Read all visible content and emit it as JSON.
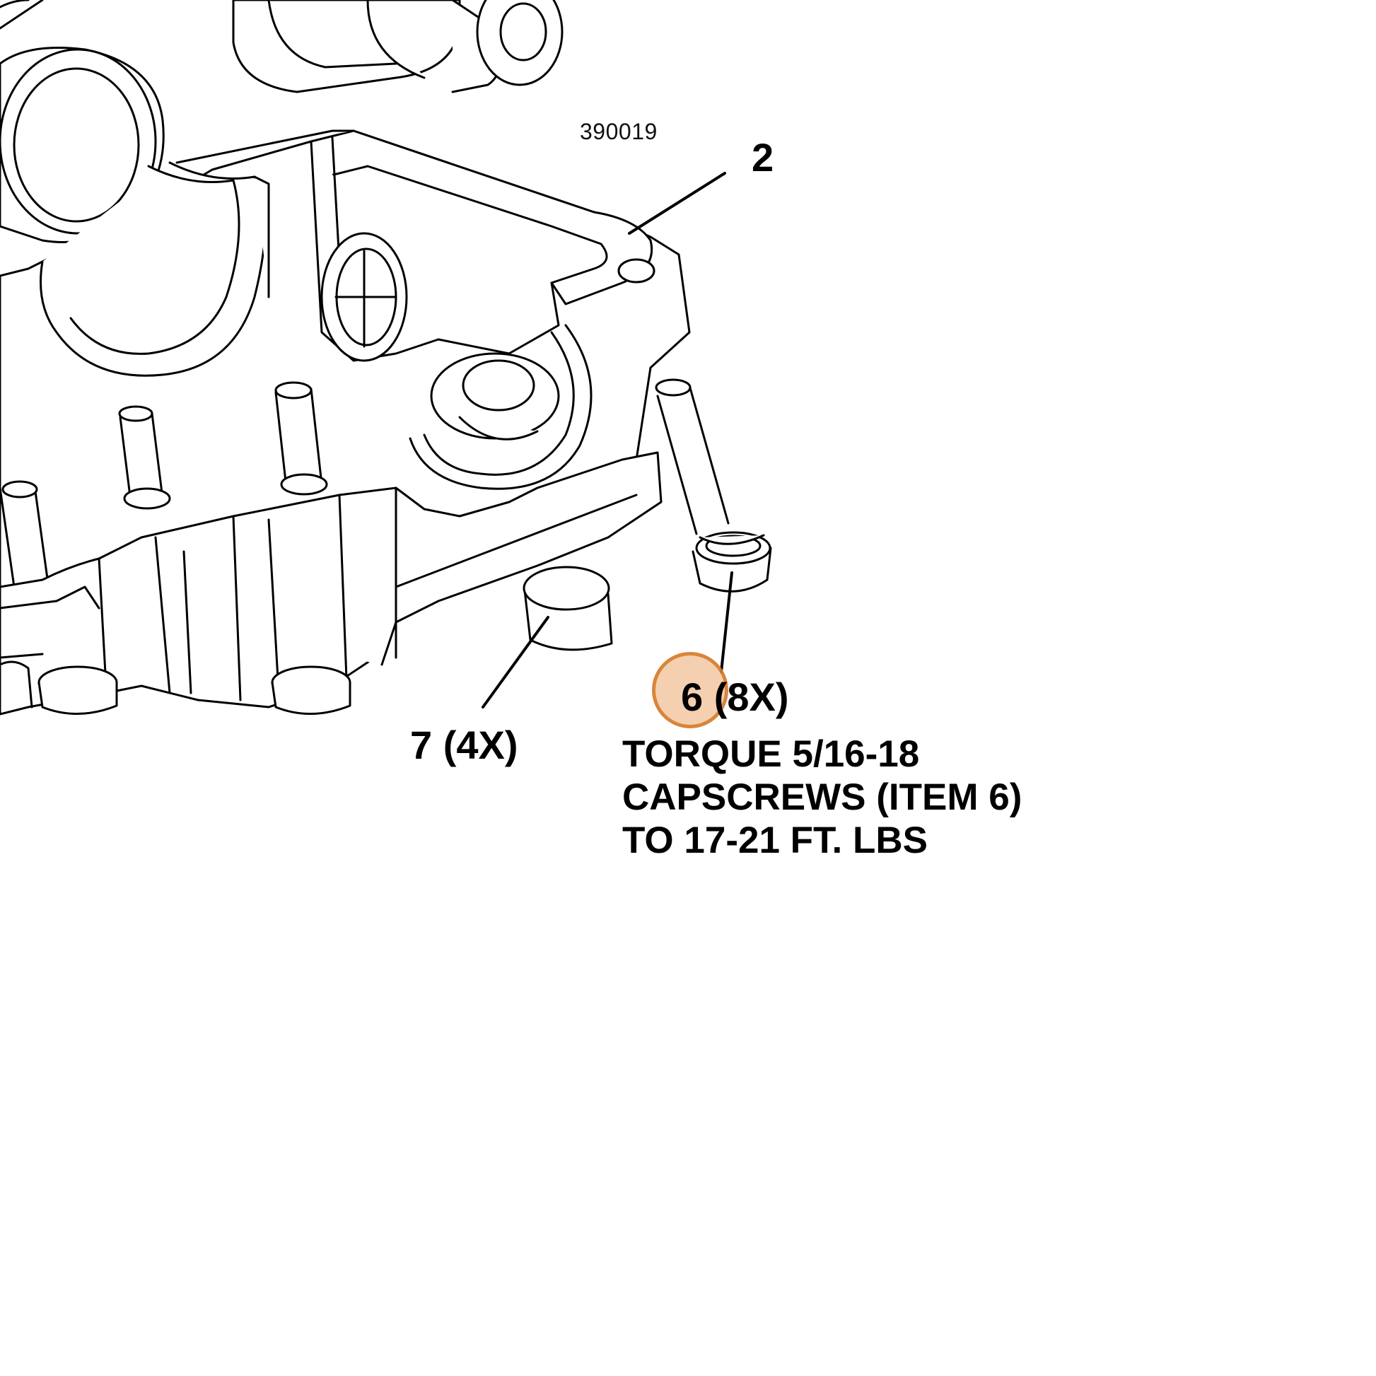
{
  "drawing_number": "390019",
  "callouts": {
    "item_2": "2",
    "item_7": "7 (4X)",
    "item_6": "6 (8X)"
  },
  "note": {
    "line1": "TORQUE 5/16-18",
    "line2": "CAPSCREWS (ITEM 6)",
    "line3": "TO 17-21 FT. LBS"
  },
  "highlight": {
    "target": "6",
    "color": "#e0914f"
  }
}
